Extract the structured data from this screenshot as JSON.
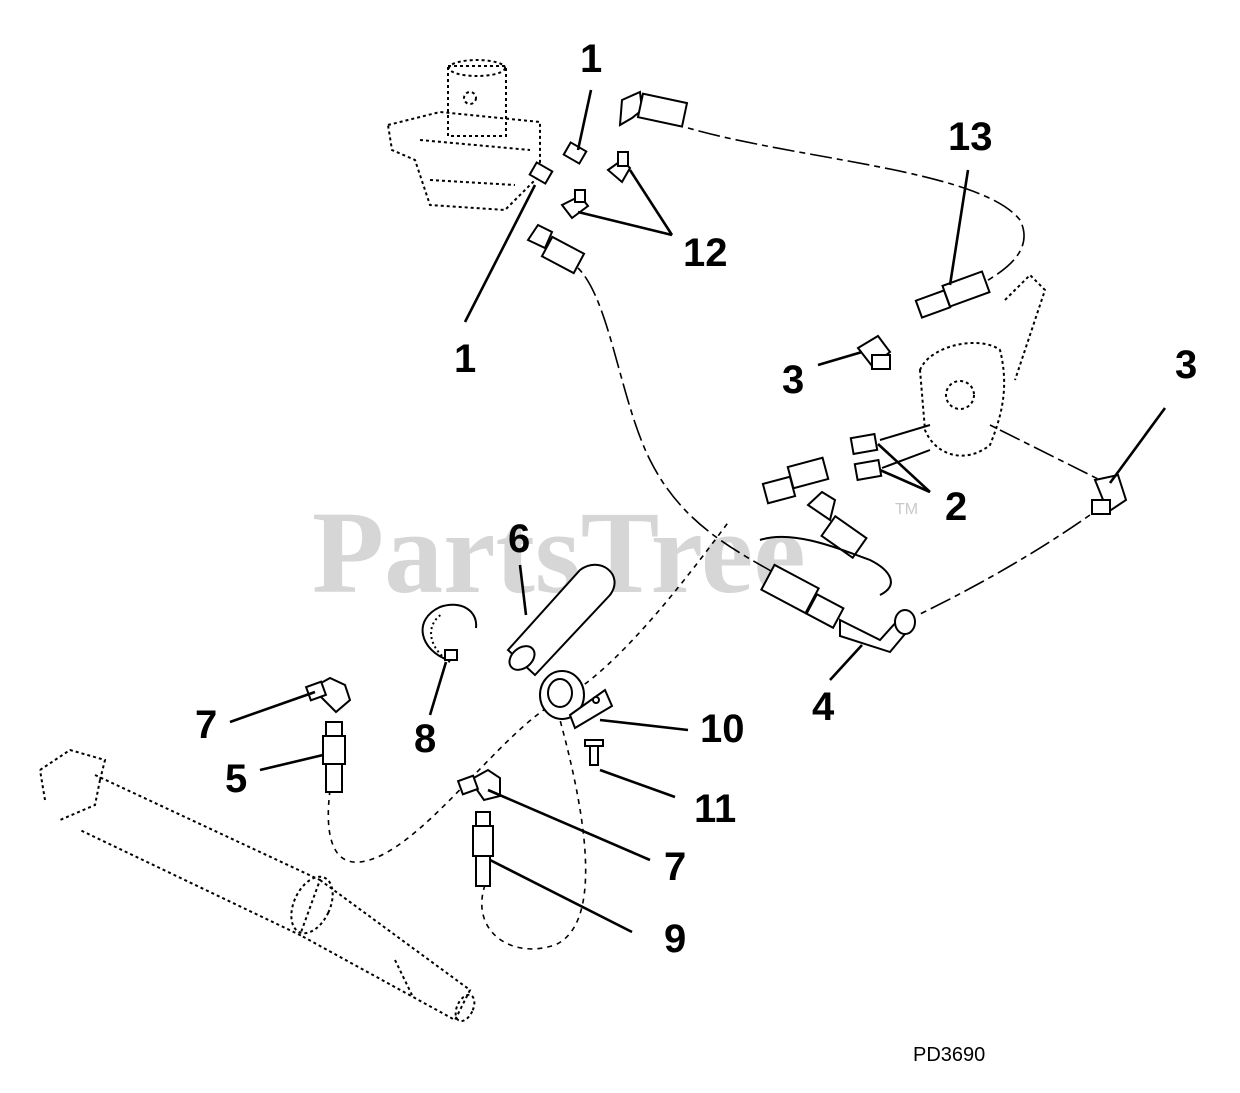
{
  "diagram": {
    "watermark": "PartsTree",
    "trademark": "TM",
    "reference_code": "PD3690",
    "callouts": [
      "1",
      "1",
      "12",
      "13",
      "3",
      "3",
      "2",
      "6",
      "4",
      "8",
      "10",
      "7",
      "5",
      "11",
      "7",
      "9"
    ]
  }
}
